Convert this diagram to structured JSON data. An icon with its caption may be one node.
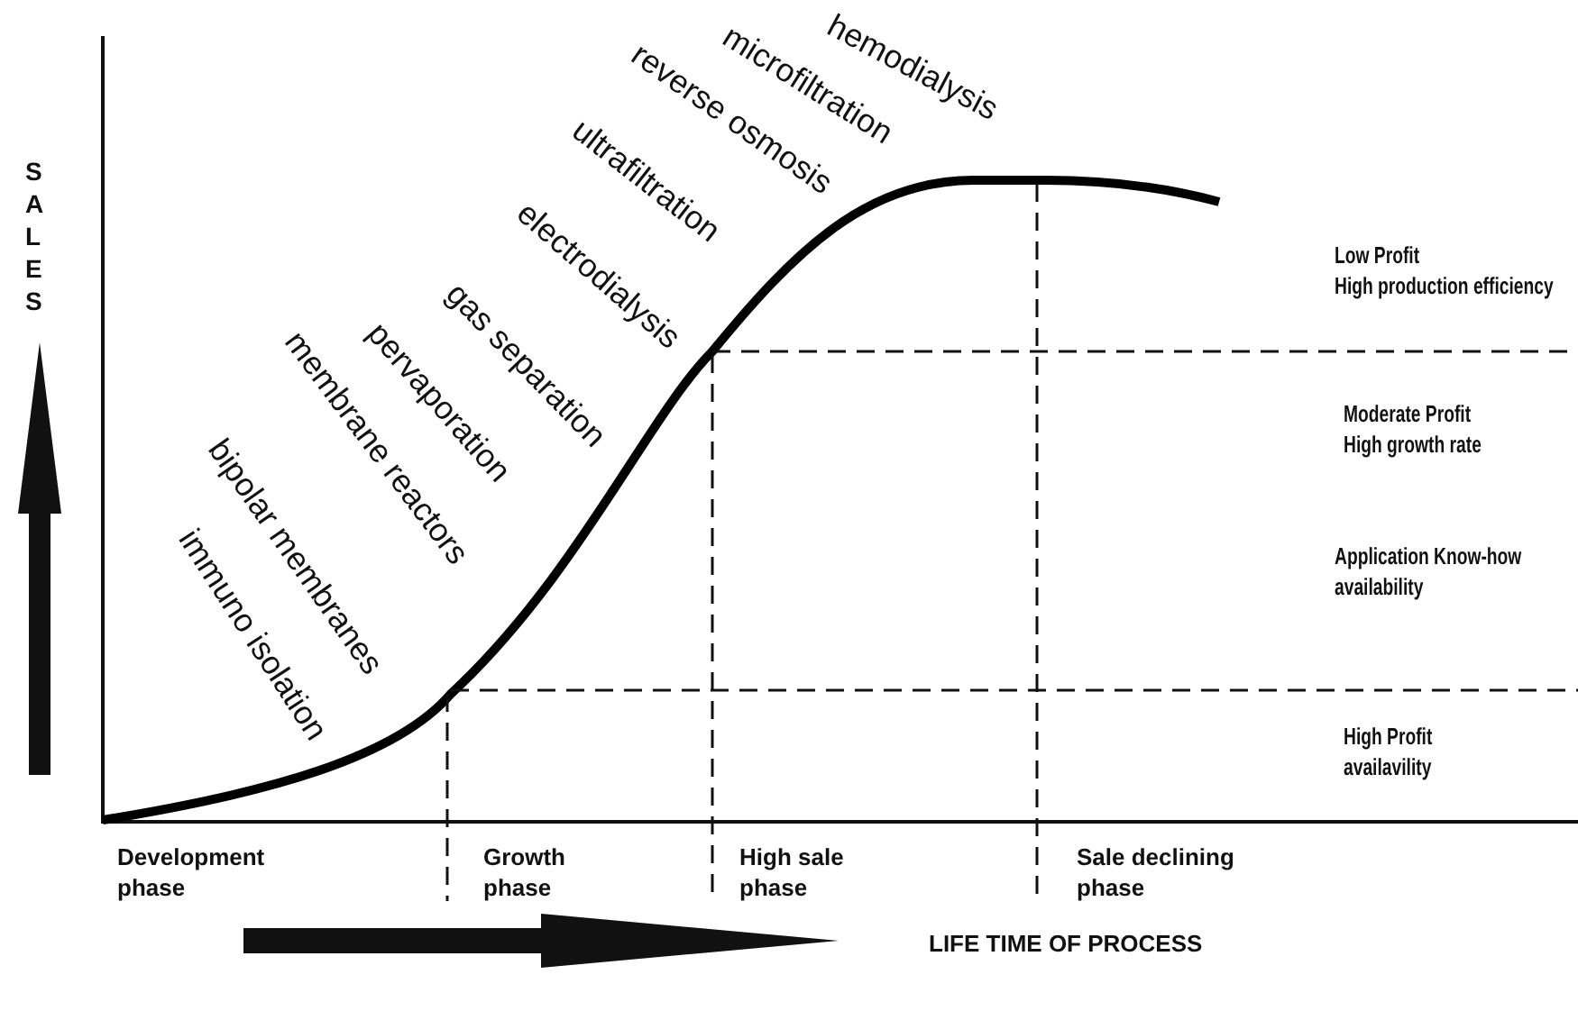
{
  "diagram": {
    "labels": [
      "hemodialysis",
      "microfiltration",
      "reverse osmosis",
      "ultrafiltration",
      "electrodialysis",
      "gas separation",
      "pervaporation",
      "membrane reactors",
      "bipolar membranes",
      "immuno isolation",
      "SALES",
      "Low Profit High production efficiency",
      "Moderate Profit High growth rate",
      "Application Know-how availability",
      "High Profit availavility",
      "Development phase",
      "Growth phase",
      "High sale phase",
      "Sale declining phase",
      "LIFE TIME OF PROCESS"
    ]
  }
}
